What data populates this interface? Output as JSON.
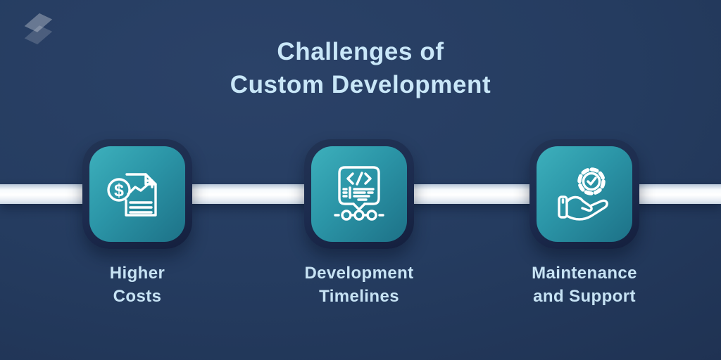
{
  "brand": {
    "logo": "s-mark-logo"
  },
  "title": {
    "line1": "Challenges of",
    "line2": "Custom Development"
  },
  "items": [
    {
      "icon": "cost-document-icon",
      "label_line1": "Higher",
      "label_line2": "Costs"
    },
    {
      "icon": "code-timeline-icon",
      "label_line1": "Development",
      "label_line2": "Timelines"
    },
    {
      "icon": "hand-gear-support-icon",
      "label_line1": "Maintenance",
      "label_line2": "and Support"
    }
  ],
  "colors": {
    "background_navy": "#24395c",
    "card_frame_navy": "#1c2b4e",
    "card_teal_light": "#3db0bc",
    "card_teal_dark": "#1d7187",
    "track_white": "#f6fafd",
    "text_light_blue": "#c9e7f8",
    "icon_stroke": "#ffffff"
  }
}
